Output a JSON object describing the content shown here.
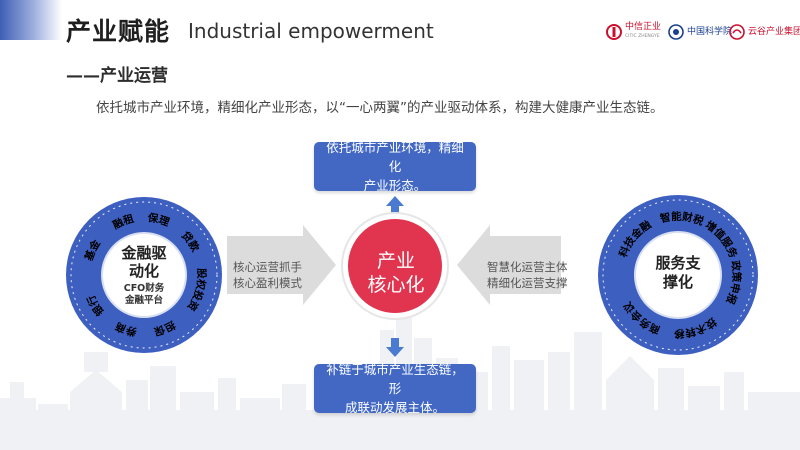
{
  "header": {
    "title": "产业赋能",
    "title_en": "Industrial empowerment",
    "subtitle": "——产业运营"
  },
  "logos": [
    {
      "name": "中信正业",
      "sub": "CITIC ZHENGYE"
    },
    {
      "name": "中国科学院"
    },
    {
      "name": "云谷产业集团"
    }
  ],
  "intro": "依托城市产业环境，精细化产业形态，以“一心两翼”的产业驱动体系，构建大健康产业生态链。",
  "diagram": {
    "top_box": [
      "依托城市产业环境，精细化",
      "产业形态。"
    ],
    "bottom_box": [
      "补链于城市产业生态链，形",
      "成联动发展主体。"
    ],
    "center": [
      "产业",
      "核心化"
    ],
    "left_arrow_text": [
      "核心运营抓手",
      "核心盈利模式"
    ],
    "right_arrow_text": [
      "智慧化运营主体",
      "精细化运营支撑"
    ],
    "left_ring": {
      "center_main": [
        "金融驱",
        "动化"
      ],
      "center_sub": [
        "CFO财务",
        "金融平台"
      ],
      "items": [
        "基金",
        "融租",
        "保理",
        "贷款",
        "股权投资",
        "担保",
        "券商",
        "银行"
      ]
    },
    "right_ring": {
      "center": [
        "服务支",
        "撑化"
      ],
      "items": [
        "科技金融",
        "智能财税",
        "增值服务",
        "政策申报",
        "技术转移",
        "商务会议"
      ]
    }
  },
  "colors": {
    "primary_blue": "#4268c4",
    "ring_blue": "#3d5fc0",
    "center_red": "#e0344f",
    "arrow_gray": "#dcdcdc"
  }
}
